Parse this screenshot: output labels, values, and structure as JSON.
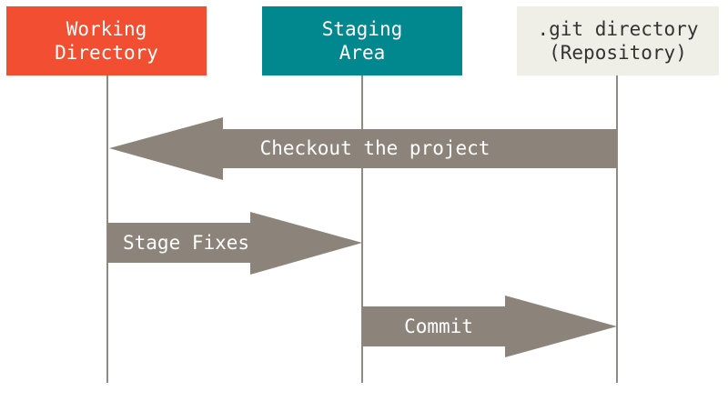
{
  "nodes": {
    "working_directory": {
      "line1": "Working",
      "line2": "Directory",
      "color": "#f14e32"
    },
    "staging_area": {
      "line1": "Staging",
      "line2": "Area",
      "color": "#01888f"
    },
    "git_directory": {
      "line1": ".git directory",
      "line2": "(Repository)",
      "color": "#f0efe7"
    }
  },
  "edges": [
    {
      "from": ".git directory",
      "to": "Working Directory",
      "label": "Checkout the project"
    },
    {
      "from": "Working Directory",
      "to": "Staging Area",
      "label": "Stage Fixes"
    },
    {
      "from": "Staging Area",
      "to": ".git directory",
      "label": "Commit"
    }
  ],
  "colors": {
    "lifeline": "#8f8a82",
    "arrow": "#8c847a"
  }
}
